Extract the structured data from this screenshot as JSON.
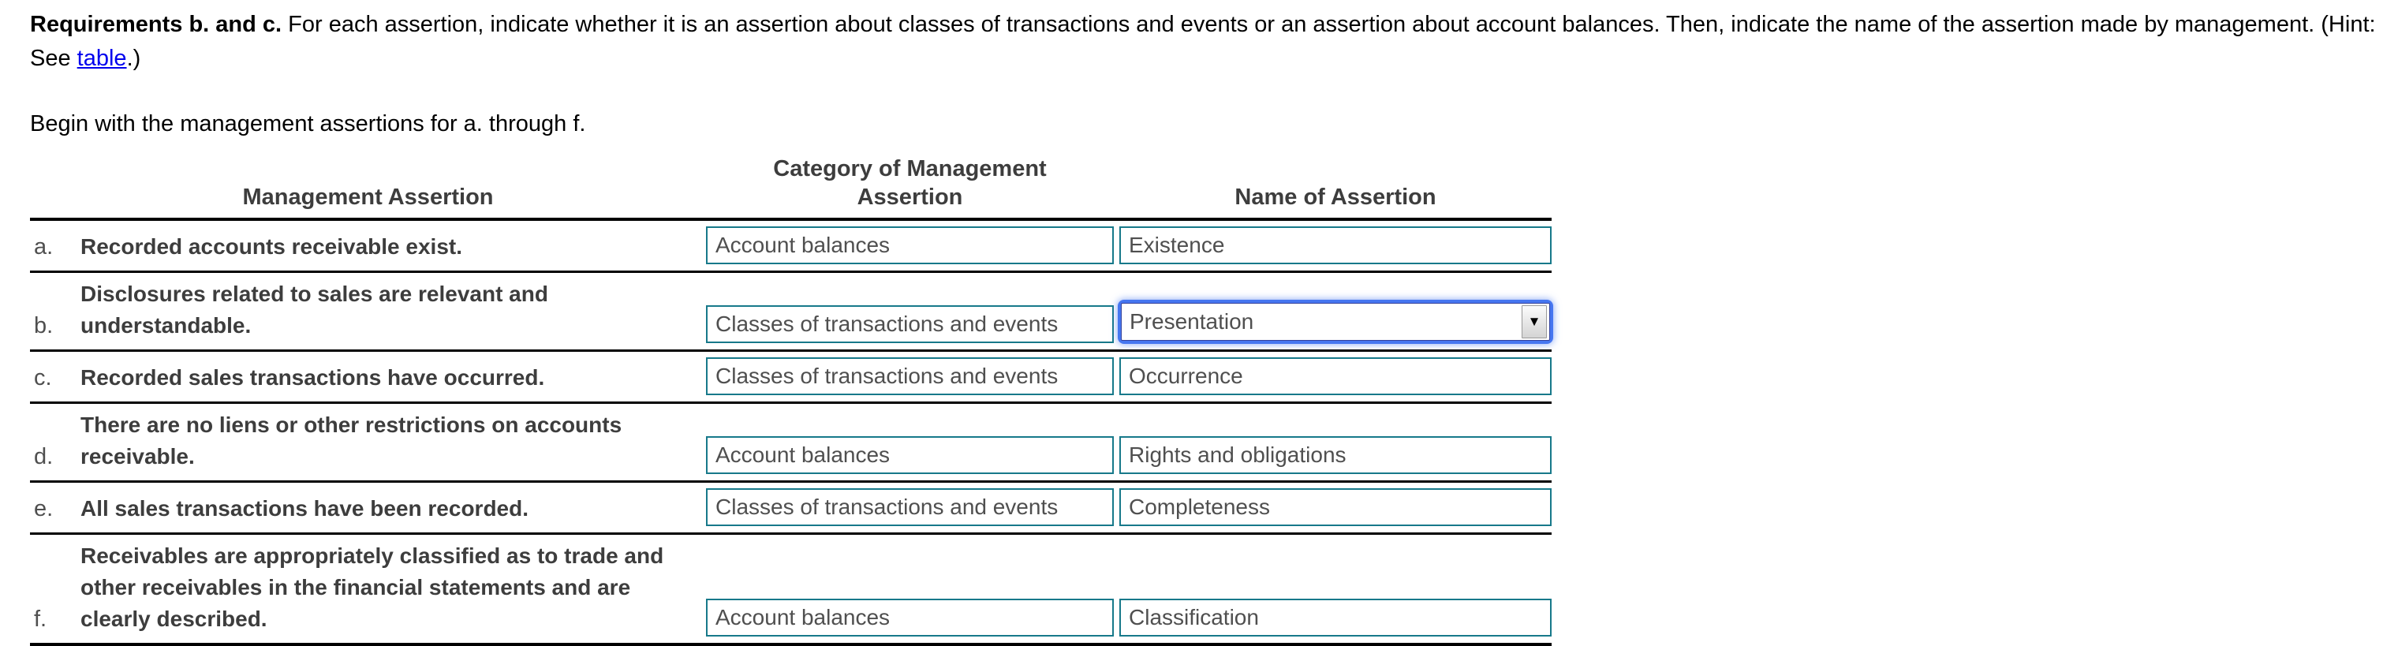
{
  "instructions": {
    "bold_prefix": "Requirements b. and c.",
    "text_after": " For each assertion, indicate whether it is an assertion about classes of transactions and events or an assertion about account balances. Then, indicate the name of the assertion made by management. (Hint: See ",
    "link_text": "table",
    "text_close": ".)"
  },
  "sub_instruction": "Begin with the management assertions for a. through f.",
  "table": {
    "headers": {
      "col1": "Management Assertion",
      "col2": "Category of Management Assertion",
      "col3": "Name of Assertion"
    },
    "rows": [
      {
        "label": "a.",
        "assertion": "Recorded accounts receivable exist.",
        "category": "Account balances",
        "name": "Existence"
      },
      {
        "label": "b.",
        "assertion": "Disclosures related to sales are relevant and understandable.",
        "category": "Classes of transactions and events",
        "name": "Presentation"
      },
      {
        "label": "c.",
        "assertion": "Recorded sales transactions have occurred.",
        "category": "Classes of transactions and events",
        "name": "Occurrence"
      },
      {
        "label": "d.",
        "assertion": "There are no liens or other restrictions on accounts receivable.",
        "category": "Account balances",
        "name": "Rights and obligations"
      },
      {
        "label": "e.",
        "assertion": "All sales transactions have been recorded.",
        "category": "Classes of transactions and events",
        "name": "Completeness"
      },
      {
        "label": "f.",
        "assertion": "Receivables are appropriately classified as to trade and other receivables in the financial statements and are clearly described.",
        "category": "Account balances",
        "name": "Classification"
      }
    ]
  },
  "icons": {
    "dropdown_arrow": "▼"
  },
  "colors": {
    "answer_box_border": "#17798a",
    "focus_ring": "#4676f0",
    "link": "#0000ee",
    "heading_text": "#3d3d3d",
    "field_text": "#4f4f4f",
    "rule": "#000000"
  }
}
